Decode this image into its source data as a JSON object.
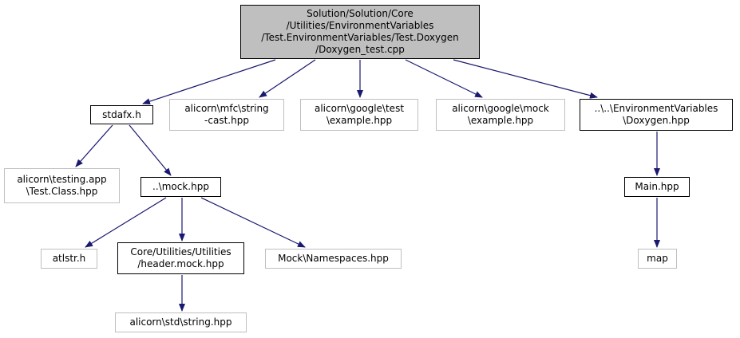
{
  "colors": {
    "edge": "#191970",
    "main_fill": "#bfbfbf",
    "local_border": "#000000",
    "external_border": "#bfbfbf"
  },
  "nodes": [
    {
      "id": "doxygen-test-cpp",
      "kind": "main",
      "lines": [
        "Solution/Solution/Core",
        "/Utilities/EnvironmentVariables",
        "/Test.EnvironmentVariables/Test.Doxygen",
        "/Doxygen_test.cpp"
      ]
    },
    {
      "id": "stdafx-h",
      "kind": "local",
      "lines": [
        "stdafx.h"
      ]
    },
    {
      "id": "string-cast-hpp",
      "kind": "external",
      "lines": [
        "alicorn\\mfc\\string",
        "-cast.hpp"
      ]
    },
    {
      "id": "google-test-example-hpp",
      "kind": "external",
      "lines": [
        "alicorn\\google\\test",
        "\\example.hpp"
      ]
    },
    {
      "id": "google-mock-example-hpp",
      "kind": "external",
      "lines": [
        "alicorn\\google\\mock",
        "\\example.hpp"
      ]
    },
    {
      "id": "doxygen-hpp",
      "kind": "local",
      "lines": [
        "..\\..\\EnvironmentVariables",
        "\\Doxygen.hpp"
      ]
    },
    {
      "id": "test-class-hpp",
      "kind": "external",
      "lines": [
        "alicorn\\testing.app",
        "\\Test.Class.hpp"
      ]
    },
    {
      "id": "mock-hpp",
      "kind": "local",
      "lines": [
        "..\\mock.hpp"
      ]
    },
    {
      "id": "main-hpp",
      "kind": "local",
      "lines": [
        "Main.hpp"
      ]
    },
    {
      "id": "atlstr-h",
      "kind": "external",
      "lines": [
        "atlstr.h"
      ]
    },
    {
      "id": "header-mock-hpp",
      "kind": "local",
      "lines": [
        "Core/Utilities/Utilities",
        "/header.mock.hpp"
      ]
    },
    {
      "id": "mock-namespaces-hpp",
      "kind": "external",
      "lines": [
        "Mock\\Namespaces.hpp"
      ]
    },
    {
      "id": "map",
      "kind": "external",
      "lines": [
        "map"
      ]
    },
    {
      "id": "std-string-hpp",
      "kind": "external",
      "lines": [
        "alicorn\\std\\string.hpp"
      ]
    }
  ],
  "edges": [
    {
      "from": "doxygen-test-cpp",
      "to": "stdafx-h"
    },
    {
      "from": "doxygen-test-cpp",
      "to": "string-cast-hpp"
    },
    {
      "from": "doxygen-test-cpp",
      "to": "google-test-example-hpp"
    },
    {
      "from": "doxygen-test-cpp",
      "to": "google-mock-example-hpp"
    },
    {
      "from": "doxygen-test-cpp",
      "to": "doxygen-hpp"
    },
    {
      "from": "stdafx-h",
      "to": "test-class-hpp"
    },
    {
      "from": "stdafx-h",
      "to": "mock-hpp"
    },
    {
      "from": "mock-hpp",
      "to": "atlstr-h"
    },
    {
      "from": "mock-hpp",
      "to": "header-mock-hpp"
    },
    {
      "from": "mock-hpp",
      "to": "mock-namespaces-hpp"
    },
    {
      "from": "header-mock-hpp",
      "to": "std-string-hpp"
    },
    {
      "from": "doxygen-hpp",
      "to": "main-hpp"
    },
    {
      "from": "main-hpp",
      "to": "map"
    }
  ]
}
